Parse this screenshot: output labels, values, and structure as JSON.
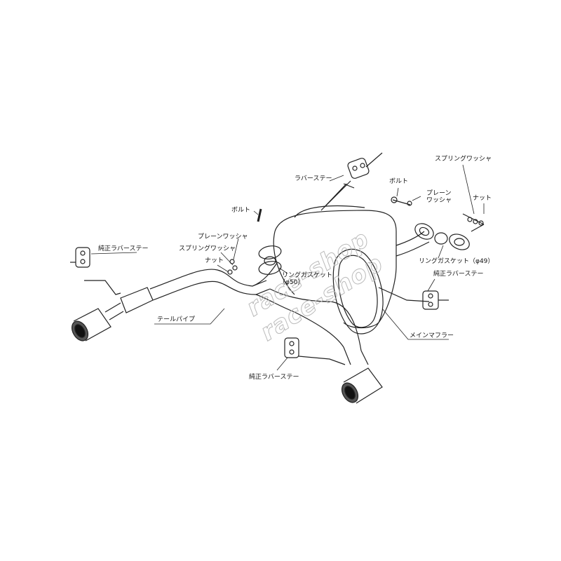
{
  "labels": {
    "rubber_stay_top": "ラバーステー",
    "bolt_right": "ボルト",
    "spring_washer_right": "スプリングワッシャ",
    "plain_washer_right_1": "プレーン",
    "plain_washer_right_2": "ワッシャ",
    "nut_right": "ナット",
    "bolt_left": "ボルト",
    "oem_rubber_stay_left": "純正ラバーステー",
    "plain_washer_left": "プレーンワッシャ",
    "spring_washer_left": "スプリングワッシャ",
    "nut_left": "ナット",
    "ring_gasket_50_1": "リングガスケット",
    "ring_gasket_50_2": "（φ50）",
    "ring_gasket_49": "リングガスケット（φ49）",
    "oem_rubber_stay_right": "純正ラバーステー",
    "tail_pipe": "テールパイプ",
    "main_muffler": "メインマフラー",
    "oem_rubber_stay_bottom": "純正ラバーステー"
  },
  "watermark": [
    "race-shop",
    "race-shop"
  ]
}
